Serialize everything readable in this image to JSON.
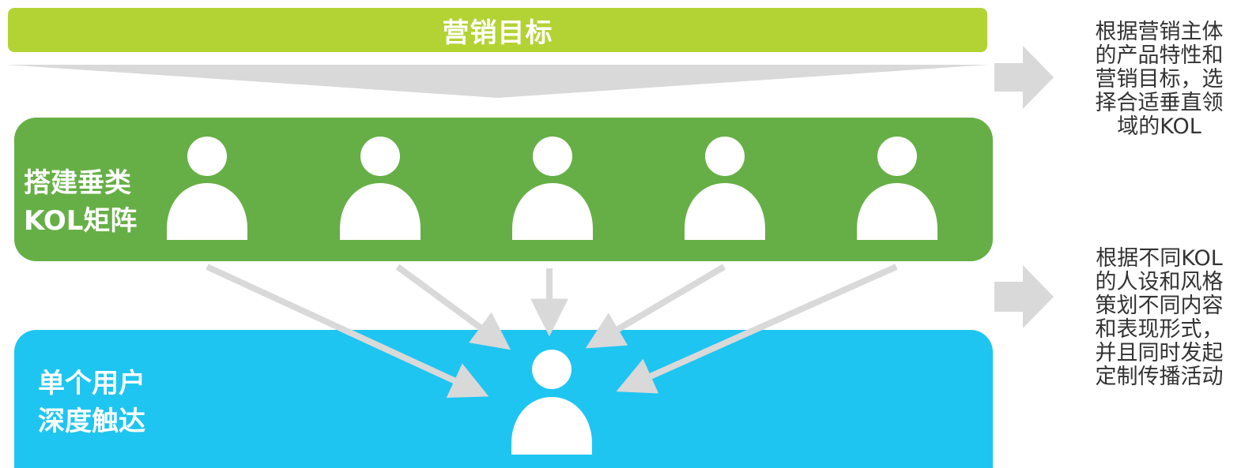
{
  "colors": {
    "goal_bar": "#b3d334",
    "kol_panel": "#66af46",
    "user_panel": "#1fc5f1",
    "arrow_gray": "#d9d9d9",
    "person_icon": "#ffffff",
    "text_dark": "#333333"
  },
  "goal_bar": {
    "label": "营销目标"
  },
  "kol_panel": {
    "label_line1": "搭建垂类",
    "label_line2": "KOL矩阵",
    "icons": [
      "person-icon",
      "person-icon",
      "person-icon",
      "person-icon",
      "person-icon"
    ]
  },
  "user_panel": {
    "label_line1": "单个用户",
    "label_line2": "深度触达",
    "icon": "person-icon"
  },
  "side_notes": [
    {
      "arrow_icon": "arrow-right-icon",
      "lines": [
        "根据营销主体",
        "的产品特性和",
        "营销目标，选",
        "择合适垂直领",
        "域的KOL"
      ]
    },
    {
      "arrow_icon": "arrow-right-icon",
      "lines": [
        "根据不同KOL",
        "的人设和风格",
        "策划不同内容",
        "和表现形式，",
        "并且同时发起",
        "定制传播活动"
      ]
    }
  ]
}
